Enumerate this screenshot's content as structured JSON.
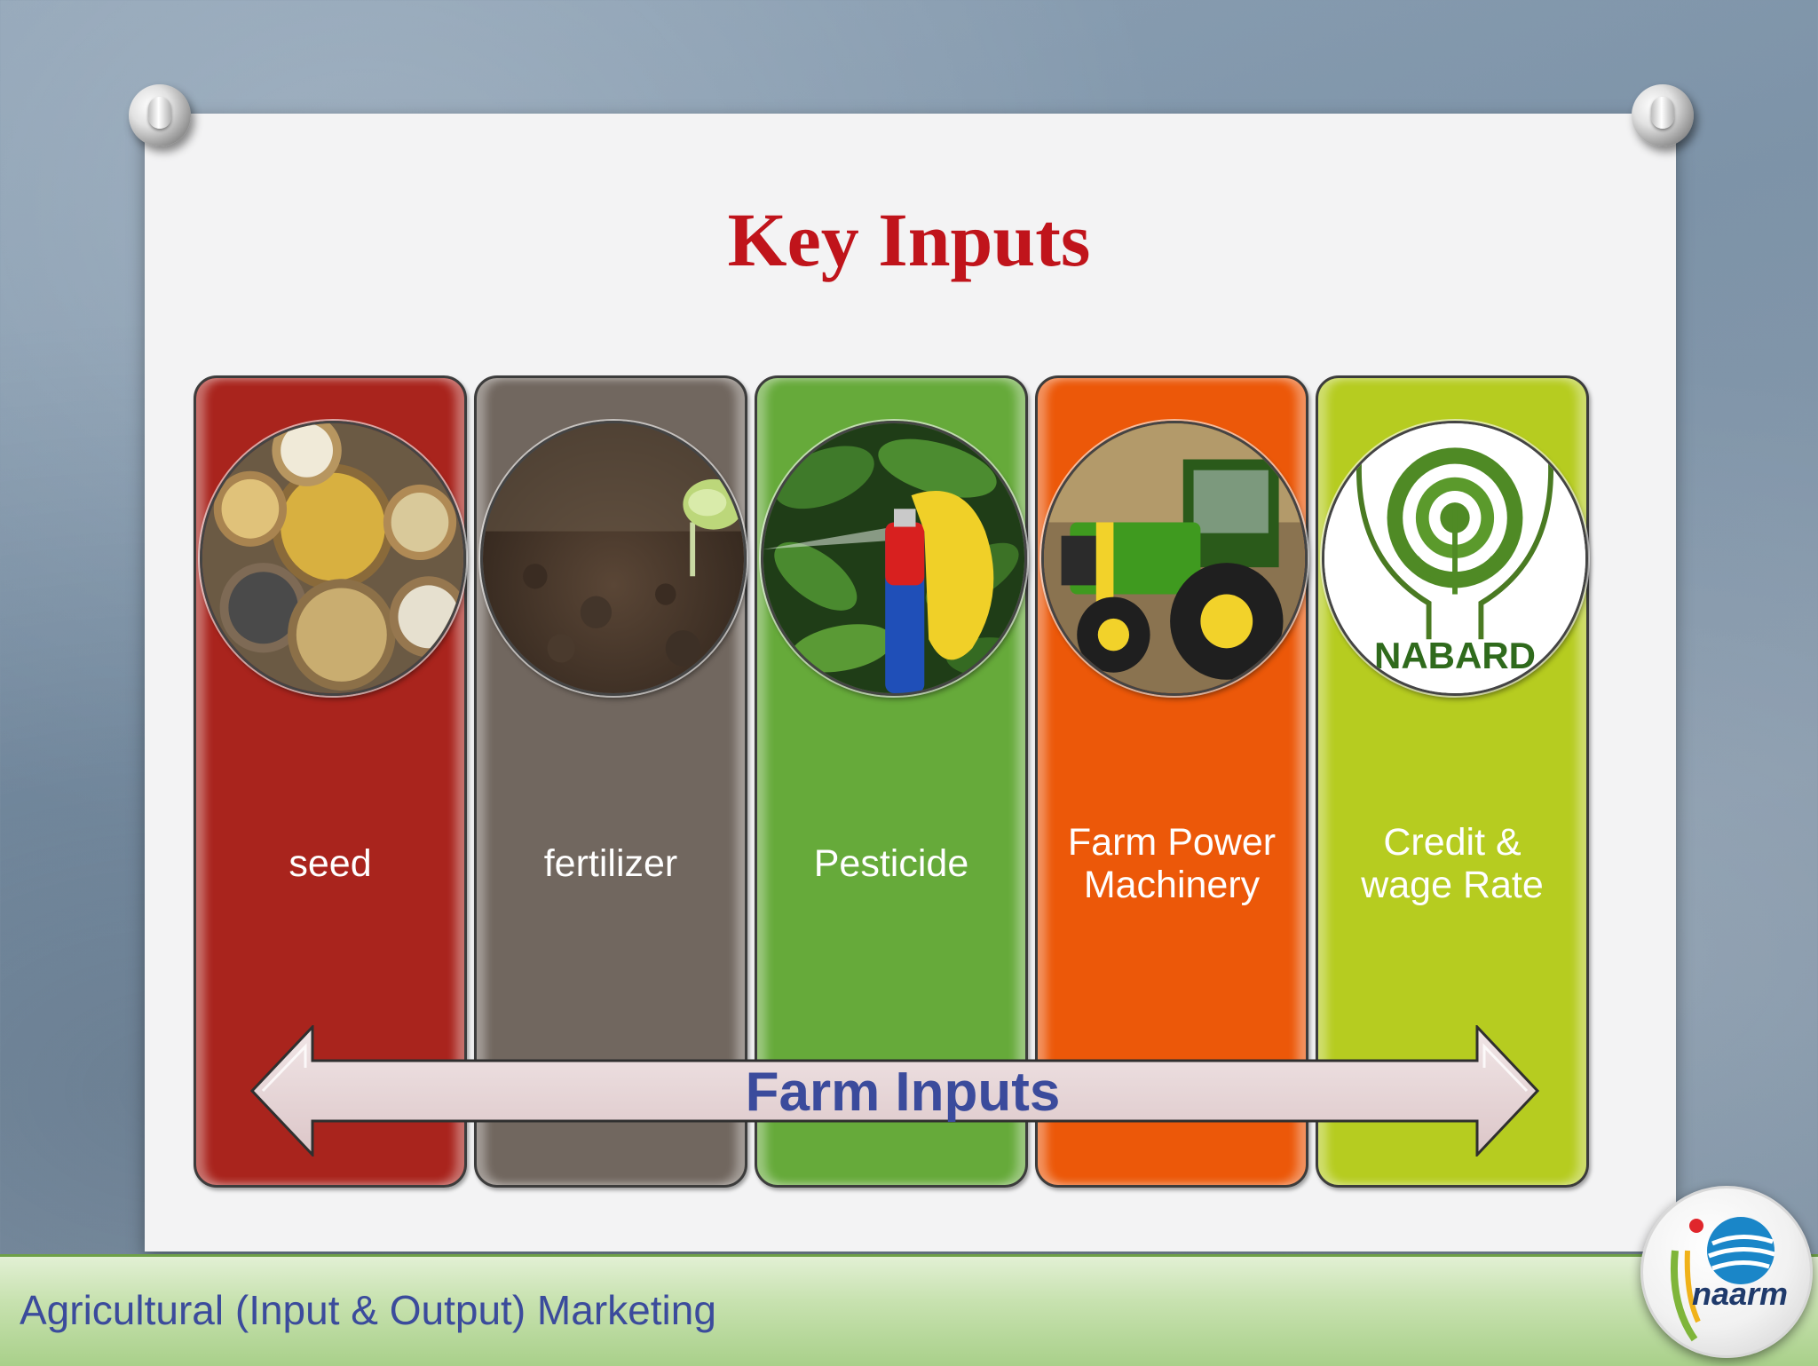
{
  "slide": {
    "title": "Key Inputs",
    "title_color": "#c0141b"
  },
  "columns": [
    {
      "label": "seed",
      "color": "#a9241d",
      "image": "seed-bowls-image"
    },
    {
      "label": "fertilizer",
      "color": "#71675f",
      "image": "soil-seedling-image"
    },
    {
      "label": "Pesticide",
      "color": "#66aa3a",
      "image": "pesticide-spray-image"
    },
    {
      "label_line1": "Farm Power",
      "label_line2": "Machinery",
      "color": "#ec5809",
      "image": "tractor-image"
    },
    {
      "label_line1": "Credit &",
      "label_line2": "wage Rate",
      "color": "#b6cc20",
      "image": "nabard-logo-image",
      "logo_text": "NABARD"
    }
  ],
  "arrow": {
    "label": "Farm Inputs",
    "fill": "#e6d3d5",
    "label_color": "#3b4b9c"
  },
  "footer": {
    "text": "Agricultural (Input & Output) Marketing",
    "logo_text": "naarm"
  }
}
